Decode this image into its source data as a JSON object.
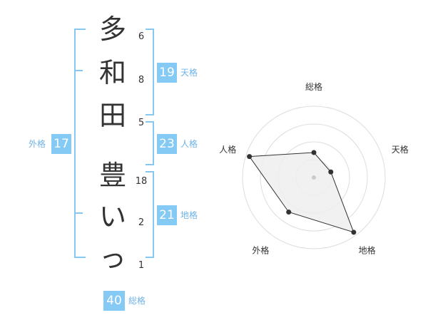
{
  "name": {
    "chars": [
      "多",
      "和",
      "田",
      "豊",
      "い",
      "っ"
    ],
    "strokes": [
      "6",
      "8",
      "5",
      "18",
      "2",
      "1"
    ]
  },
  "kakusu": {
    "tenkaku": {
      "value": "19",
      "label": "天格"
    },
    "jinkaku": {
      "value": "23",
      "label": "人格"
    },
    "chikaku": {
      "value": "21",
      "label": "地格"
    },
    "gaikaku": {
      "value": "17",
      "label": "外格"
    },
    "soukaku": {
      "value": "40",
      "label": "総格"
    }
  },
  "colors": {
    "accent": "#85c9f5",
    "bracket": "#87c8f3",
    "text": "#333333",
    "polygon_fill": "#eeeeee",
    "ring": "#dddddd"
  },
  "chart_data": {
    "type": "radar",
    "axes": [
      "総格",
      "天格",
      "地格",
      "外格",
      "人格"
    ],
    "values": [
      0.35,
      0.25,
      0.95,
      0.6,
      0.95
    ],
    "max": 1,
    "rings": 4
  }
}
